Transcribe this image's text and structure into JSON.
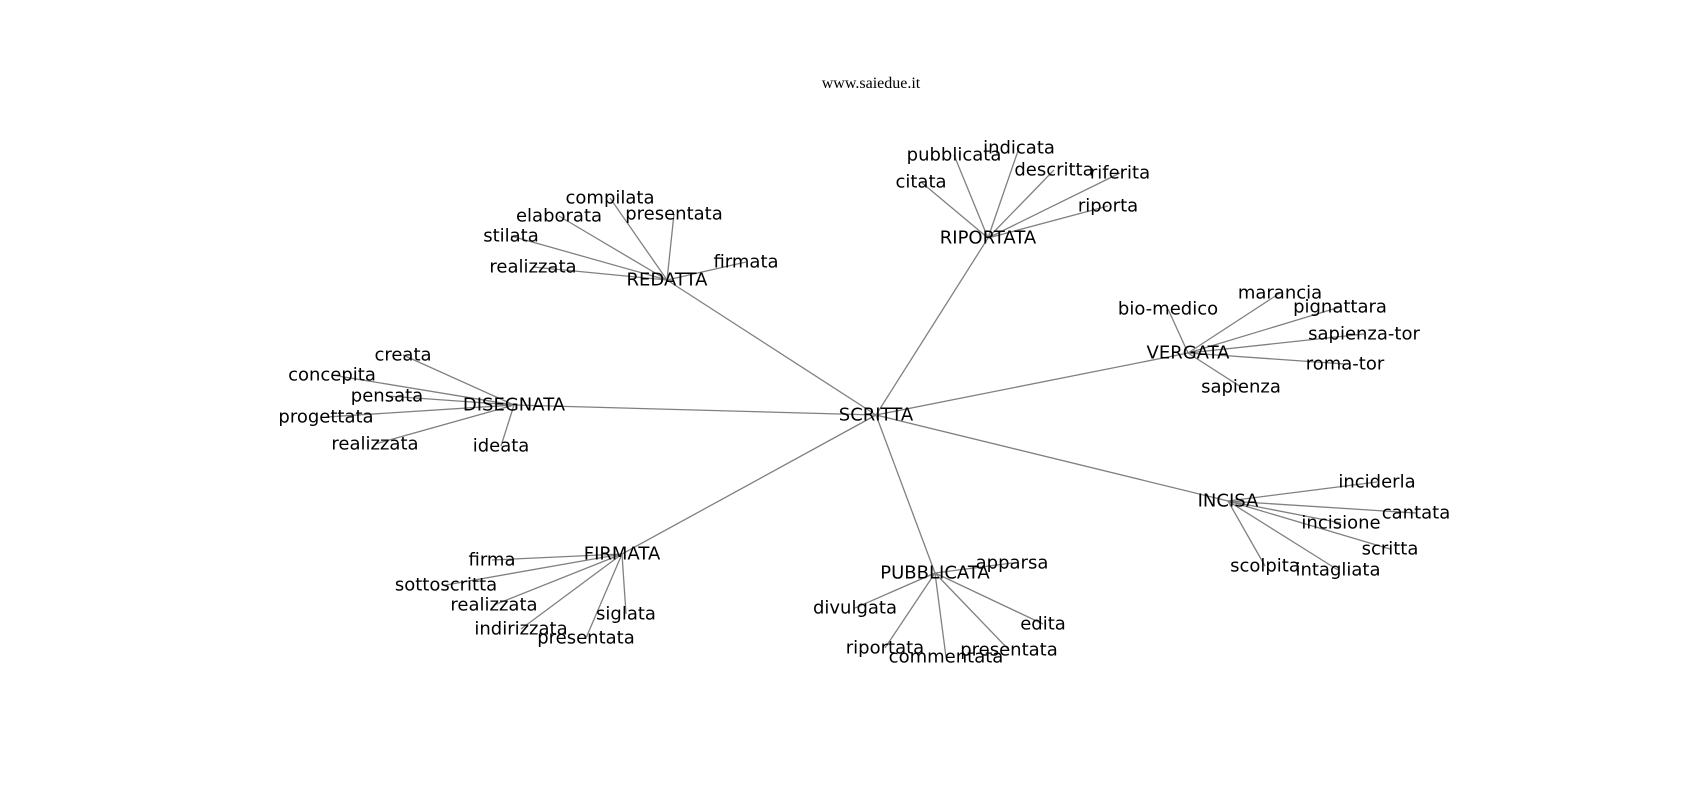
{
  "title": "www.saiedue.it",
  "colors": {
    "edge": "#808080",
    "text": "#000000",
    "background": "#ffffff"
  },
  "root": "SCRITTA",
  "hubs": [
    {
      "label": "RIPORTATA",
      "leaves": [
        "pubblicata",
        "indicata",
        "descritta",
        "riferita",
        "citata",
        "riporta"
      ]
    },
    {
      "label": "REDATTA",
      "leaves": [
        "compilata",
        "elaborata",
        "presentata",
        "stilata",
        "realizzata",
        "firmata"
      ]
    },
    {
      "label": "DISEGNATA",
      "leaves": [
        "creata",
        "concepita",
        "pensata",
        "progettata",
        "realizzata",
        "ideata"
      ]
    },
    {
      "label": "VERGATA",
      "leaves": [
        "bio-medico",
        "marancia",
        "pignattara",
        "sapienza-tor",
        "roma-tor",
        "sapienza"
      ]
    },
    {
      "label": "INCISA",
      "leaves": [
        "inciderla",
        "cantata",
        "incisione",
        "scritta",
        "scolpita",
        "intagliata"
      ]
    },
    {
      "label": "FIRMATA",
      "leaves": [
        "firma",
        "sottoscritta",
        "realizzata",
        "indirizzata",
        "siglata",
        "presentata"
      ]
    },
    {
      "label": "PUBBLICATA",
      "leaves": [
        "apparsa",
        "divulgata",
        "edita",
        "riportata",
        "commentata",
        "presentata"
      ]
    }
  ]
}
